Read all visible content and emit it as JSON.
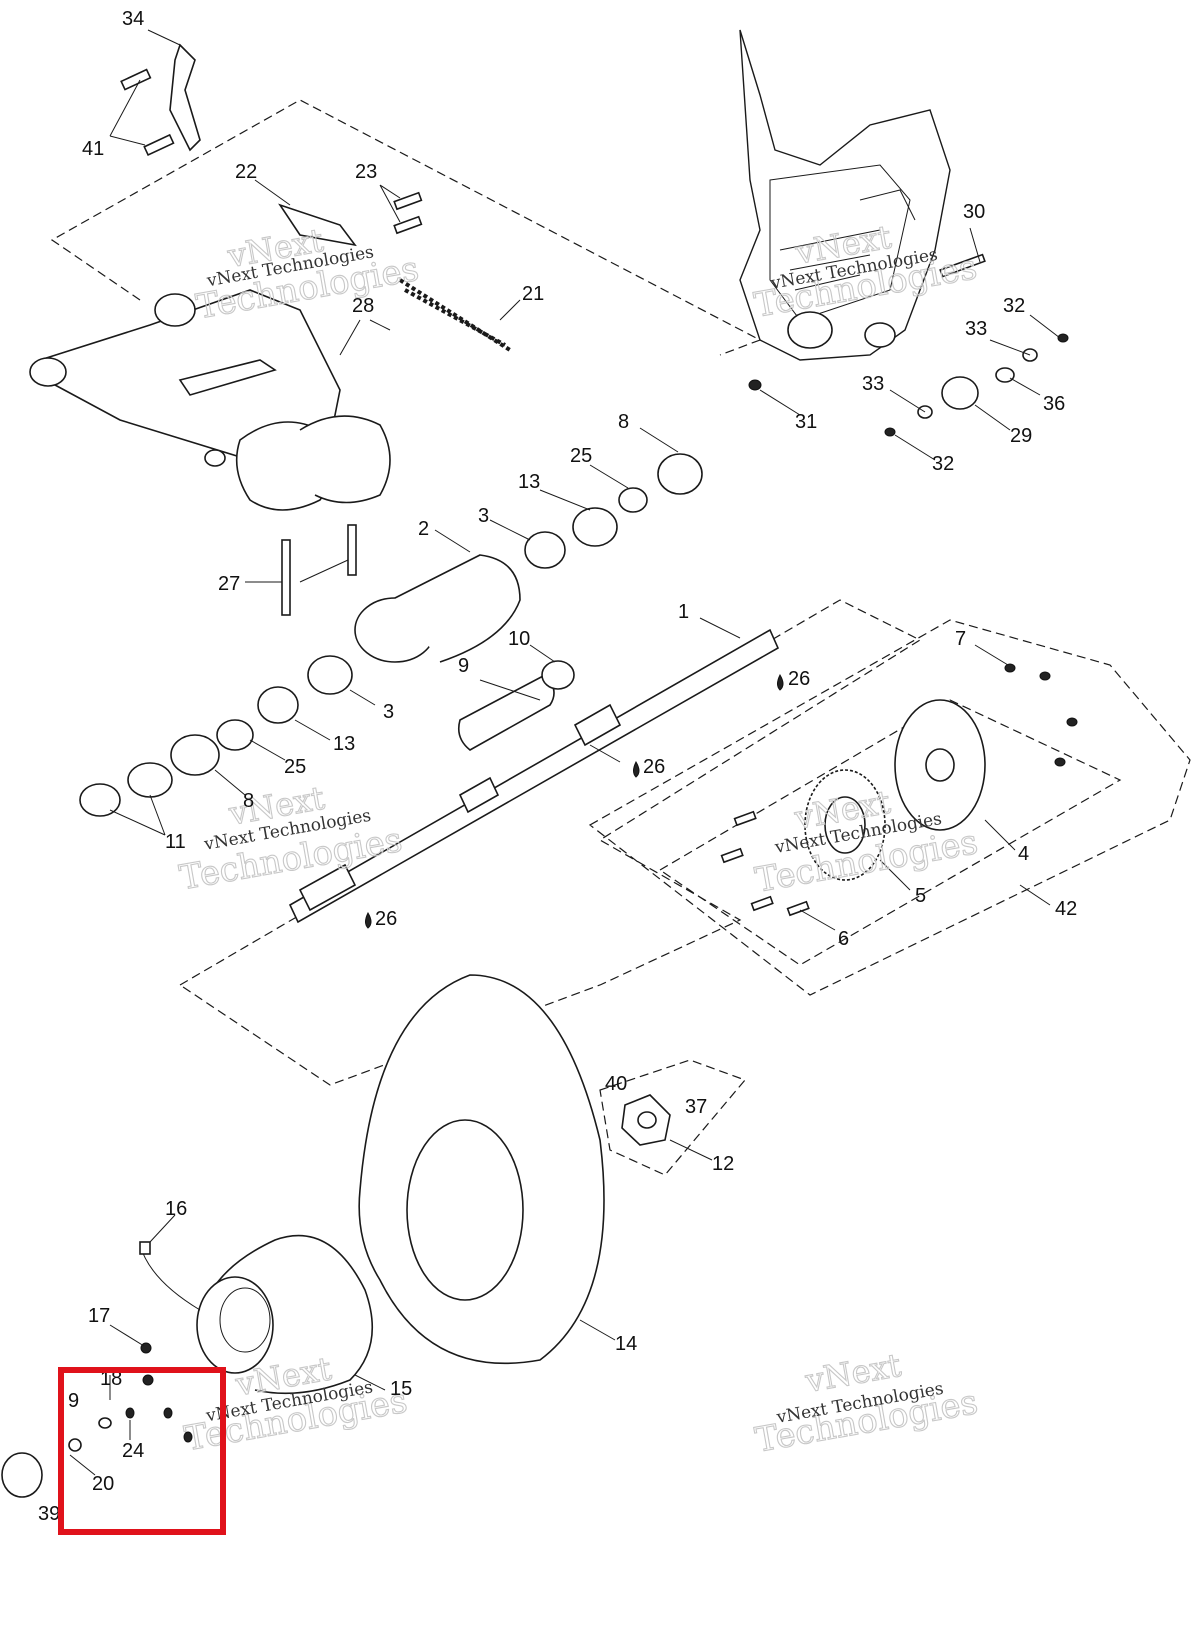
{
  "watermark": {
    "line1": "vNext",
    "line2": "Technologies",
    "small": "vNext Technologies"
  },
  "labels": [
    {
      "id": "34",
      "text": "34"
    },
    {
      "id": "41",
      "text": "41"
    },
    {
      "id": "22",
      "text": "22"
    },
    {
      "id": "23",
      "text": "23"
    },
    {
      "id": "21",
      "text": "21"
    },
    {
      "id": "28",
      "text": "28"
    },
    {
      "id": "27",
      "text": "27"
    },
    {
      "id": "30",
      "text": "30"
    },
    {
      "id": "32a",
      "text": "32"
    },
    {
      "id": "33a",
      "text": "33"
    },
    {
      "id": "36",
      "text": "36"
    },
    {
      "id": "33b",
      "text": "33"
    },
    {
      "id": "31",
      "text": "31"
    },
    {
      "id": "29",
      "text": "29"
    },
    {
      "id": "32b",
      "text": "32"
    },
    {
      "id": "8a",
      "text": "8"
    },
    {
      "id": "25a",
      "text": "25"
    },
    {
      "id": "13a",
      "text": "13"
    },
    {
      "id": "3a",
      "text": "3"
    },
    {
      "id": "2",
      "text": "2"
    },
    {
      "id": "1",
      "text": "1"
    },
    {
      "id": "26a",
      "text": "26"
    },
    {
      "id": "10",
      "text": "10"
    },
    {
      "id": "9a",
      "text": "9"
    },
    {
      "id": "3b",
      "text": "3"
    },
    {
      "id": "13b",
      "text": "13"
    },
    {
      "id": "25b",
      "text": "25"
    },
    {
      "id": "26b",
      "text": "26"
    },
    {
      "id": "8b",
      "text": "8"
    },
    {
      "id": "11",
      "text": "11"
    },
    {
      "id": "26c",
      "text": "26"
    },
    {
      "id": "7",
      "text": "7"
    },
    {
      "id": "4",
      "text": "4"
    },
    {
      "id": "5",
      "text": "5"
    },
    {
      "id": "6",
      "text": "6"
    },
    {
      "id": "42",
      "text": "42"
    },
    {
      "id": "40",
      "text": "40"
    },
    {
      "id": "37",
      "text": "37"
    },
    {
      "id": "12",
      "text": "12"
    },
    {
      "id": "16",
      "text": "16"
    },
    {
      "id": "14",
      "text": "14"
    },
    {
      "id": "17",
      "text": "17"
    },
    {
      "id": "18",
      "text": "18"
    },
    {
      "id": "15",
      "text": "15"
    },
    {
      "id": "9b",
      "text": "9"
    },
    {
      "id": "24",
      "text": "24"
    },
    {
      "id": "20",
      "text": "20"
    },
    {
      "id": "39",
      "text": "39"
    }
  ],
  "highlight": {
    "color": "#e0121b"
  }
}
